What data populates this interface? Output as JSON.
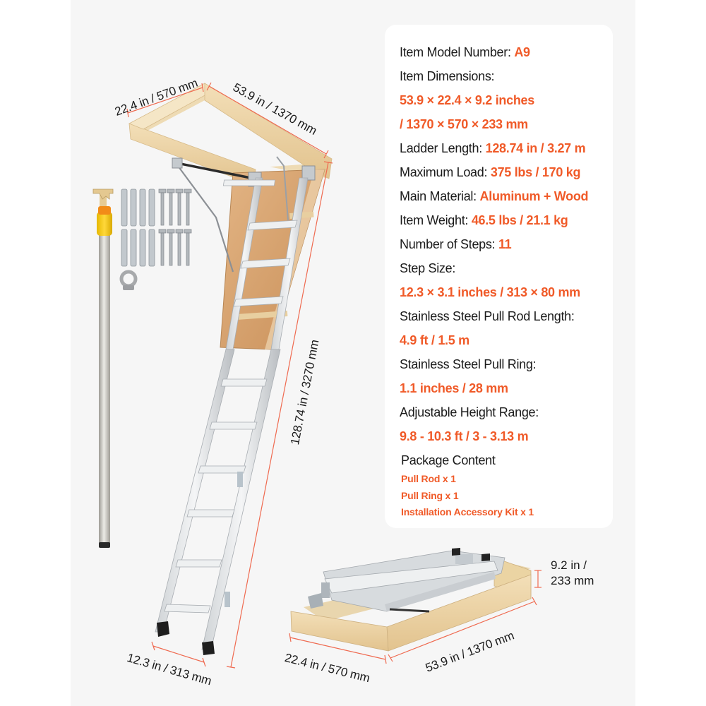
{
  "product": {
    "name": "Attic Ladder",
    "colors": {
      "accent": "#f05a28",
      "text": "#1a1a1a",
      "panel_bg": "#f6f6f6",
      "card_bg": "#ffffff",
      "dimension_line": "#ef6a50"
    }
  },
  "dimensions": {
    "frame_width": "22.4 in / 570 mm",
    "frame_length": "53.9 in / 1370 mm",
    "ladder_length": "128.74 in / 3270 mm",
    "step_width": "12.3 in / 313 mm",
    "folded_width": "22.4 in / 570 mm",
    "folded_length": "53.9 in / 1370 mm",
    "folded_height_line1": "9.2 in /",
    "folded_height_line2": "233 mm"
  },
  "specs": {
    "model": {
      "label": "Item Model Number: ",
      "value": "A9"
    },
    "dimensions": {
      "label": "Item Dimensions:",
      "value_line1": "53.9 × 22.4 × 9.2 inches",
      "value_line2": "/ 1370 × 570 × 233 mm"
    },
    "ladder_length": {
      "label": "Ladder Length: ",
      "value": "128.74 in / 3.27 m"
    },
    "max_load": {
      "label": "Maximum Load: ",
      "value": "375 lbs / 170 kg"
    },
    "material": {
      "label": "Main Material: ",
      "value": "Aluminum + Wood"
    },
    "weight": {
      "label": "Item Weight: ",
      "value": "46.5 lbs / 21.1 kg"
    },
    "steps": {
      "label": "Number of Steps: ",
      "value": "11"
    },
    "step_size": {
      "label": "Step Size:",
      "value": "12.3 × 3.1 inches / 313 × 80 mm"
    },
    "rod_length": {
      "label": "Stainless Steel Pull Rod Length:",
      "value": "4.9 ft / 1.5 m"
    },
    "pull_ring": {
      "label": "Stainless Steel Pull Ring:",
      "value": "1.1 inches / 28 mm"
    },
    "height_range": {
      "label": "Adjustable Height Range:",
      "value": "9.8 - 10.3 ft / 3 - 3.13 m"
    }
  },
  "package": {
    "title": "Package Content",
    "items": [
      "Pull Rod x 1",
      "Pull Ring x 1",
      "Installation Accessory Kit x 1"
    ]
  },
  "icons": {
    "pull_rod": "pull-rod-hook",
    "anchors": "expansion-anchor-bolts",
    "screws": "hex-lag-screws",
    "ring": "eye-ring-nut"
  }
}
